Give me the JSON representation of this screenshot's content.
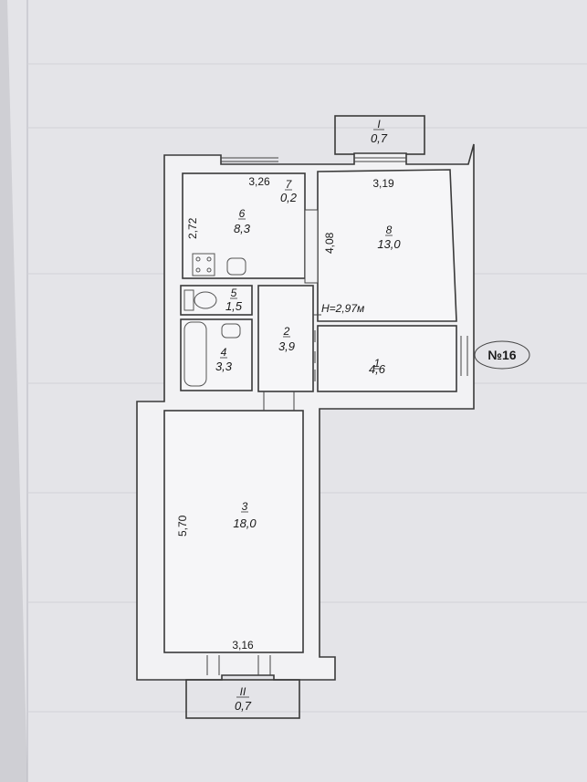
{
  "plan": {
    "apartment_tag": "№16",
    "height_note": "H=2,97м",
    "rooms": [
      {
        "id": "1",
        "area": "4,6"
      },
      {
        "id": "2",
        "area": "3,9"
      },
      {
        "id": "3",
        "area": "18,0"
      },
      {
        "id": "4",
        "area": "3,3"
      },
      {
        "id": "5",
        "area": "1,5"
      },
      {
        "id": "6",
        "area": "8,3"
      },
      {
        "id": "7",
        "area": "0,2"
      },
      {
        "id": "8",
        "area": "13,0"
      }
    ],
    "balconies": [
      {
        "id": "I",
        "area": "0,7"
      },
      {
        "id": "II",
        "area": "0,7"
      }
    ],
    "dimensions": [
      "3,26",
      "3,19",
      "2,72",
      "4,08",
      "5,70",
      "3,16"
    ]
  },
  "colors": {
    "paper": "#e6e6ea",
    "wall_fill": "#f4f4f6",
    "ink": "#2a2a2a"
  }
}
